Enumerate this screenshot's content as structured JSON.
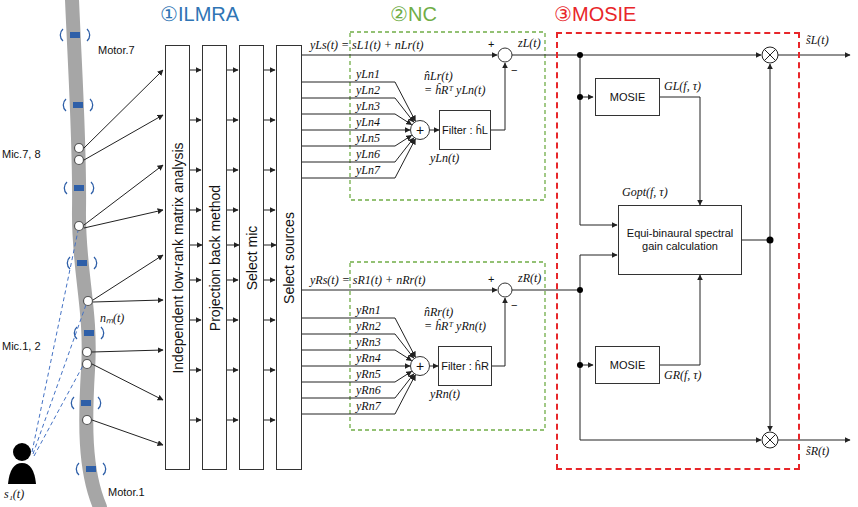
{
  "diagram": {
    "nodes": [
      {
        "text": [
          "Independent low-rank matrix analysis"
        ]
      },
      {
        "text": [
          "Projection back method"
        ]
      },
      {
        "text": [
          "Select mic"
        ]
      },
      {
        "text": [
          "Select sources"
        ]
      },
      {
        "text": [
          "+"
        ]
      },
      {
        "text": [
          "Filter : ĥL"
        ]
      },
      {
        "text": [
          "+"
        ]
      },
      {
        "text": [
          "Filter : ĥR"
        ]
      },
      {
        "text": [
          "③MOSIE"
        ]
      },
      {
        "text": [
          "MOSIE"
        ],
        "in": 8
      },
      {
        "text": [
          "Equi-binaural spectral gain calculation"
        ],
        "in": 8
      },
      {
        "text": [
          "MOSIE"
        ],
        "in": 8
      }
    ],
    "edges": [
      {
        "from": 0,
        "to": 1,
        "arrow": "to"
      },
      {
        "from": 1,
        "to": 2,
        "arrow": "to"
      },
      {
        "from": 2,
        "to": 3,
        "arrow": "to"
      },
      {
        "from": 3,
        "to": 4,
        "arrow": "to"
      },
      {
        "from": 4,
        "to": 5,
        "arrow": "to"
      },
      {
        "from": 3,
        "to": 6,
        "arrow": "to"
      },
      {
        "from": 6,
        "to": 7,
        "arrow": "to"
      },
      {
        "from": 9,
        "to": 10,
        "arrow": "to"
      },
      {
        "from": 11,
        "to": 10,
        "arrow": "to"
      }
    ],
    "labels": [
      "①ILMRA",
      "②NC",
      "Motor.7",
      "Mic.7, 8",
      "nₘ(t)",
      "Mic.1, 2",
      "Motor.1",
      "s₁(t)",
      "yLs(t) = sL1(t) + nLr(t)",
      "yLn1",
      "yLn2",
      "yLn3",
      "yLn4",
      "yLn5",
      "yLn6",
      "yLn7",
      "n̂Lr(t)",
      "= ĥRᵀ yLn(t)",
      "yLn(t)",
      "+",
      "−",
      "zL(t)",
      "yRs(t) = sR1(t) + nRr(t)",
      "yRn1",
      "yRn2",
      "yRn3",
      "yRn4",
      "yRn5",
      "yRn6",
      "yRn7",
      "n̂Rr(t)",
      "= ĥRᵀ yRn(t)",
      "yRn(t)",
      "+",
      "−",
      "zR(t)",
      "GL(f, τ)",
      "Gopt(f, τ)",
      "GR(f, τ)",
      "s̃L(t)",
      "s̃R(t)"
    ]
  }
}
